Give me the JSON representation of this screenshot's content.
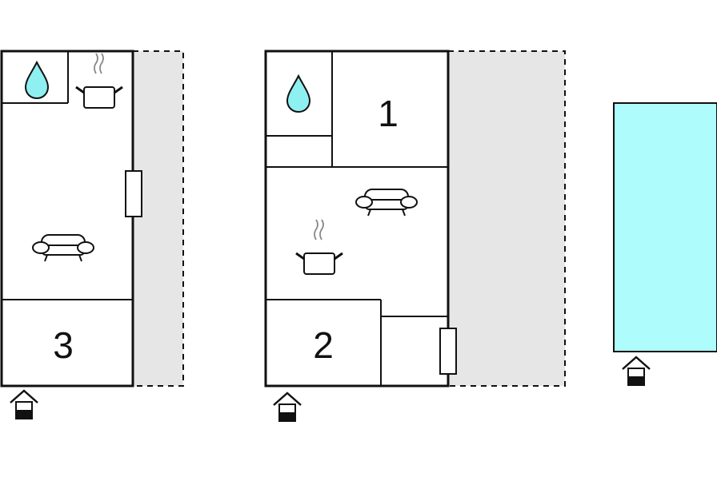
{
  "colors": {
    "wall": "#111111",
    "terrace": "#e6e6e6",
    "pool": "#aefcfc",
    "water_drop": "#8ef0f0",
    "background": "#ffffff"
  },
  "floors": [
    {
      "rooms": [
        {
          "label": "3"
        }
      ],
      "icons": [
        "water-drop-icon",
        "cooking-pot-icon",
        "sofa-icon",
        "window-icon",
        "entrance-icon"
      ],
      "terrace": true
    },
    {
      "rooms": [
        {
          "label": "1"
        },
        {
          "label": "2"
        }
      ],
      "icons": [
        "water-drop-icon",
        "sofa-icon",
        "cooking-pot-icon",
        "window-icon",
        "entrance-icon"
      ],
      "terrace": true
    },
    {
      "pool": true,
      "icons": [
        "entrance-icon"
      ]
    }
  ]
}
